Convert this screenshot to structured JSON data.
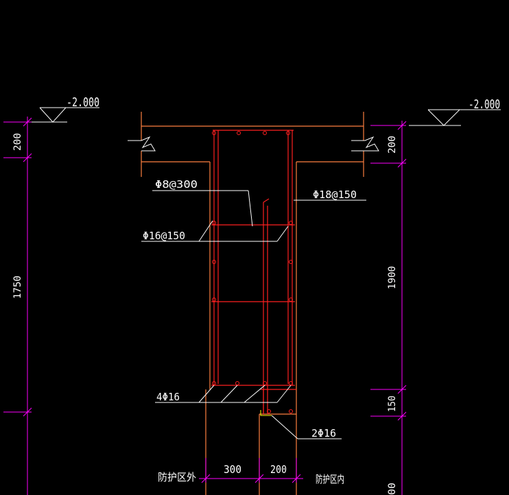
{
  "colors": {
    "background": "#000000",
    "dimension": "#ff00ff",
    "concrete": "#ff8040",
    "rebar": "#ff2020",
    "leader": "#ffffff",
    "text": "#ffffff",
    "highlight": "#ffff00"
  },
  "elevations": {
    "left": "-2.000",
    "right": "-2.000"
  },
  "dimensions": {
    "left_top": "200",
    "left_main": "1750",
    "right_top": "200",
    "right_main": "1900",
    "right_lower": "150",
    "right_bottom": "00",
    "bottom_left": "300",
    "bottom_right": "200"
  },
  "rebar_labels": {
    "stirrup": "Φ8@300",
    "vertical_right": "Φ18@150",
    "horizontal_left": "Φ16@150",
    "bottom_bars": "4Φ16",
    "step_bars": "2Φ16"
  },
  "zone_labels": {
    "outside": "防护区外",
    "inside": "防护区内"
  }
}
